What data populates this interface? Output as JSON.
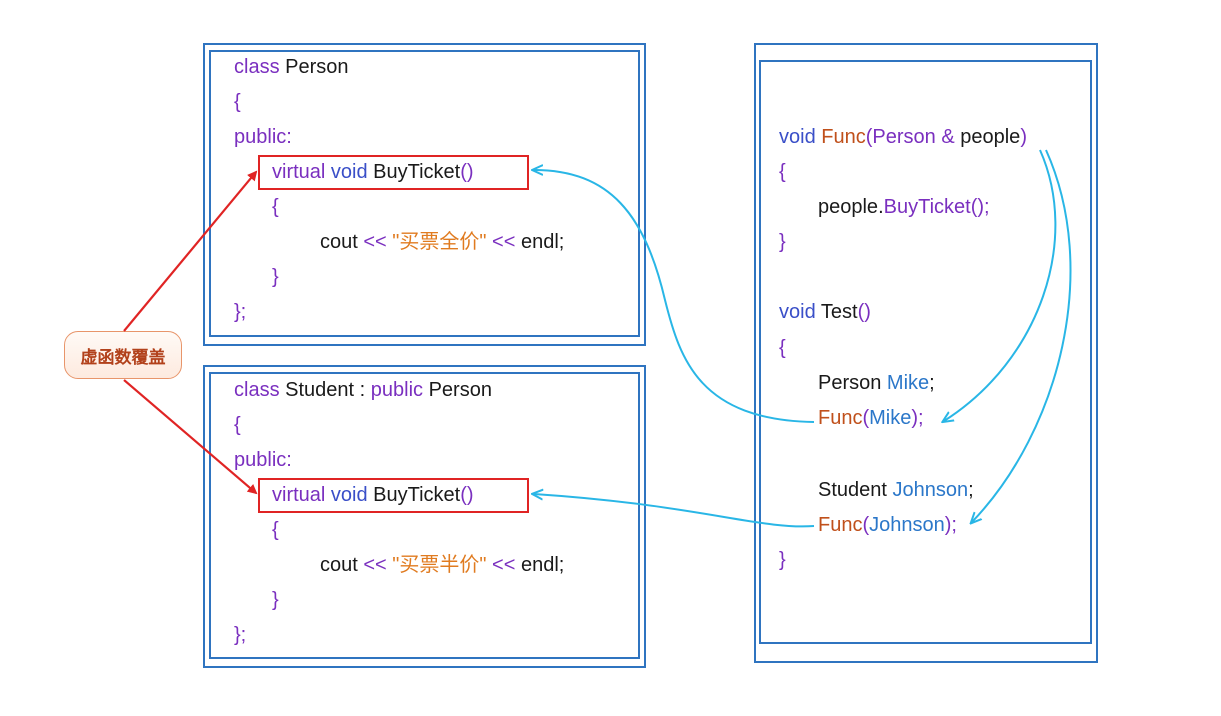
{
  "person_class": {
    "line1": {
      "kw": "class",
      "name": " Person"
    },
    "line2": "{",
    "line3": "public:",
    "line4": {
      "kw1": "virtual",
      "kw2": " void",
      "fn": " BuyTicket",
      "paren": "()"
    },
    "line5": "{",
    "line6": {
      "cout": "cout",
      "op1": " <<",
      "str": " \"买票全价\"",
      "op2": " <<",
      "endl": " endl;"
    },
    "line7": "}",
    "line8": "};"
  },
  "student_class": {
    "line1": {
      "kw": "class",
      "name": " Student",
      "sep": " :",
      "kw2": " public",
      "base": " Person"
    },
    "line2": "{",
    "line3": "public:",
    "line4": {
      "kw1": "virtual",
      "kw2": " void",
      "fn": " BuyTicket",
      "paren": "()"
    },
    "line5": "{",
    "line6": {
      "cout": "cout",
      "op1": " <<",
      "str": " \"买票半价\"",
      "op2": " <<",
      "endl": " endl;"
    },
    "line7": "}",
    "line8": "};"
  },
  "test_code": {
    "func_sig": {
      "kw": "void",
      "fn": " Func",
      "paren": "(",
      "type": "Person",
      "amp": " &",
      "param": " people",
      "close": ")"
    },
    "open1": "{",
    "call": {
      "obj": "people",
      "dot": ".",
      "fn": "BuyTicket",
      "end": "();"
    },
    "close1": "}",
    "test_sig": {
      "kw": "void",
      "fn": " Test",
      "paren": "()"
    },
    "open2": "{",
    "decl_person": {
      "type": "Person",
      "var": " Mike",
      "end": ";"
    },
    "call_mike": {
      "fn": "Func",
      "open": "(",
      "arg": "Mike",
      "end": ");"
    },
    "decl_student": {
      "type": "Student",
      "var": " Johnson",
      "end": ";"
    },
    "call_johnson": {
      "fn": "Func",
      "open": "(",
      "arg": "Johnson",
      "end": ");"
    },
    "close2": "}"
  },
  "badge_label": "虚函数覆盖",
  "colors": {
    "frame": "#2f74c0",
    "highlight": "#e02424",
    "arrow_red": "#e02424",
    "arrow_cyan": "#29b6e6"
  }
}
